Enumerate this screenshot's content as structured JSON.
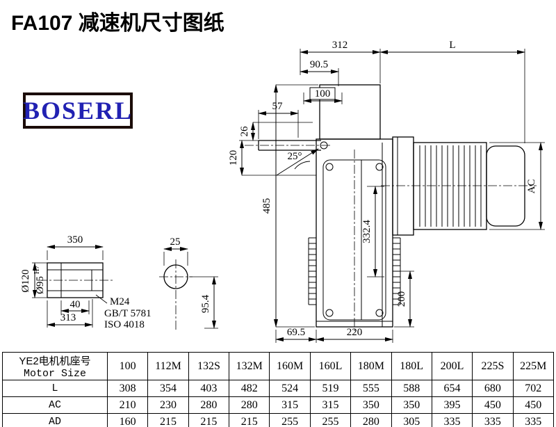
{
  "page": {
    "title": "FA107 减速机尺寸图纸"
  },
  "logo": {
    "text": "BOSERL"
  },
  "drawing": {
    "main": {
      "dim_312": "312",
      "dim_L": "L",
      "dim_90_5": "90.5",
      "dim_100": "100",
      "dim_57": "57",
      "dim_26": "26",
      "dim_120": "120",
      "dim_485": "485",
      "dim_angle": "25°",
      "dim_332_4": "332.4",
      "dim_AC": "AC",
      "dim_200": "200",
      "dim_69_5": "69.5",
      "dim_220": "220"
    },
    "detail": {
      "dim_350": "350",
      "dim_dia120": "Ø120",
      "dim_bore": "Ø95",
      "dim_bore_tol": "H7",
      "dim_40": "40",
      "dim_313": "313",
      "thread": "M24",
      "std_gb": "GB/T 5781",
      "std_iso": "ISO 4018",
      "dim_25": "25",
      "dim_95_4": "95.4"
    }
  },
  "table": {
    "row_header": {
      "line1": "YE2电机机座号",
      "line2": "Motor Size"
    },
    "columns": [
      "100",
      "112M",
      "132S",
      "132M",
      "160M",
      "160L",
      "180M",
      "180L",
      "200L",
      "225S",
      "225M"
    ],
    "rows": [
      {
        "label": "L",
        "values": [
          "308",
          "354",
          "403",
          "482",
          "524",
          "519",
          "555",
          "588",
          "654",
          "680",
          "702"
        ]
      },
      {
        "label": "AC",
        "values": [
          "210",
          "230",
          "280",
          "280",
          "315",
          "315",
          "350",
          "350",
          "395",
          "450",
          "450"
        ]
      },
      {
        "label": "AD",
        "values": [
          "160",
          "215",
          "215",
          "215",
          "255",
          "255",
          "280",
          "305",
          "335",
          "335",
          "335"
        ]
      }
    ]
  }
}
